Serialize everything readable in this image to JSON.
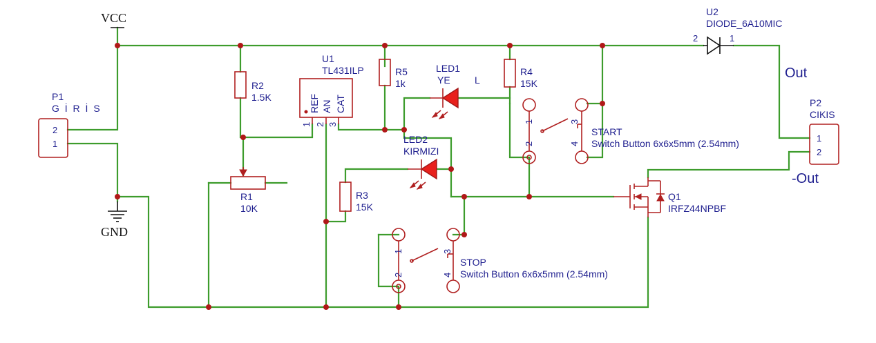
{
  "power": {
    "vcc": "VCC",
    "gnd": "GND"
  },
  "p1": {
    "ref": "P1",
    "value": "G İ R İ S",
    "pin2": "2",
    "pin1": "1"
  },
  "p2": {
    "ref": "P2",
    "value": "CIKIS",
    "pin1": "1",
    "pin2": "2",
    "out": "Out",
    "neg_out": "-Out"
  },
  "u1": {
    "ref": "U1",
    "value": "TL431ILP",
    "pin_ref": "REF",
    "pin_an": "AN",
    "pin_cat": "CAT",
    "p1": "1",
    "p2": "2",
    "p3": "3"
  },
  "u2": {
    "ref": "U2",
    "value": "DIODE_6A10MIC",
    "p2": "2",
    "p1": "1"
  },
  "r1": {
    "ref": "R1",
    "value": "10K"
  },
  "r2": {
    "ref": "R2",
    "value": "1.5K"
  },
  "r3": {
    "ref": "R3",
    "value": "15K"
  },
  "r4": {
    "ref": "R4",
    "value": "15K"
  },
  "r5": {
    "ref": "R5",
    "value": "1k"
  },
  "led1": {
    "ref": "LED1",
    "value": "YE",
    "pin": "L"
  },
  "led2": {
    "ref": "LED2",
    "value": "KIRMIZI"
  },
  "sw_start": {
    "name": "START",
    "value": "Switch Button 6x6x5mm (2.54mm)",
    "p1": "1",
    "p2": "2",
    "p3": "3",
    "p4": "4"
  },
  "sw_stop": {
    "name": "STOP",
    "value": "Switch Button 6x6x5mm (2.54mm)",
    "p1": "1",
    "p2": "2",
    "p3": "3",
    "p4": "4"
  },
  "q1": {
    "ref": "Q1",
    "value": "IRFZ44NPBF"
  }
}
